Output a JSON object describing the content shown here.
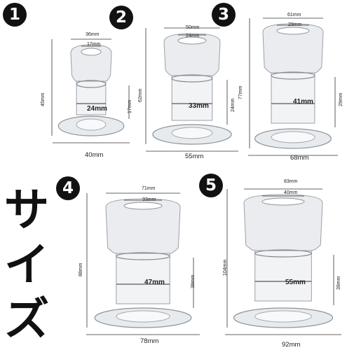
{
  "title": [
    "サ",
    "イ",
    "ズ"
  ],
  "items": [
    {
      "number": "1",
      "top_outer": "36mm",
      "top_inner": "17mm",
      "height": "45mm",
      "body_inner_height": "17mm",
      "inner_diameter": "24mm",
      "base_width": "40mm"
    },
    {
      "number": "2",
      "top_outer": "50mm",
      "top_inner": "24mm",
      "height": "62mm",
      "body_inner_height": "24mm",
      "inner_diameter": "33mm",
      "base_width": "55mm"
    },
    {
      "number": "3",
      "top_outer": "61mm",
      "top_inner": "29mm",
      "height": "77mm",
      "body_inner_height": "29mm",
      "inner_diameter": "41mm",
      "base_width": "68mm"
    },
    {
      "number": "4",
      "top_outer": "71mm",
      "top_inner": "33mm",
      "height": "88mm",
      "body_inner_height": "38mm",
      "inner_diameter": "47mm",
      "base_width": "78mm"
    },
    {
      "number": "5",
      "top_outer": "83mm",
      "top_inner": "40mm",
      "height": "104mm",
      "body_inner_height": "39mm",
      "inner_diameter": "55mm",
      "base_width": "92mm"
    }
  ],
  "colors": {
    "badge": "#111111",
    "glass": "#d9dde2",
    "line": "#333333"
  }
}
